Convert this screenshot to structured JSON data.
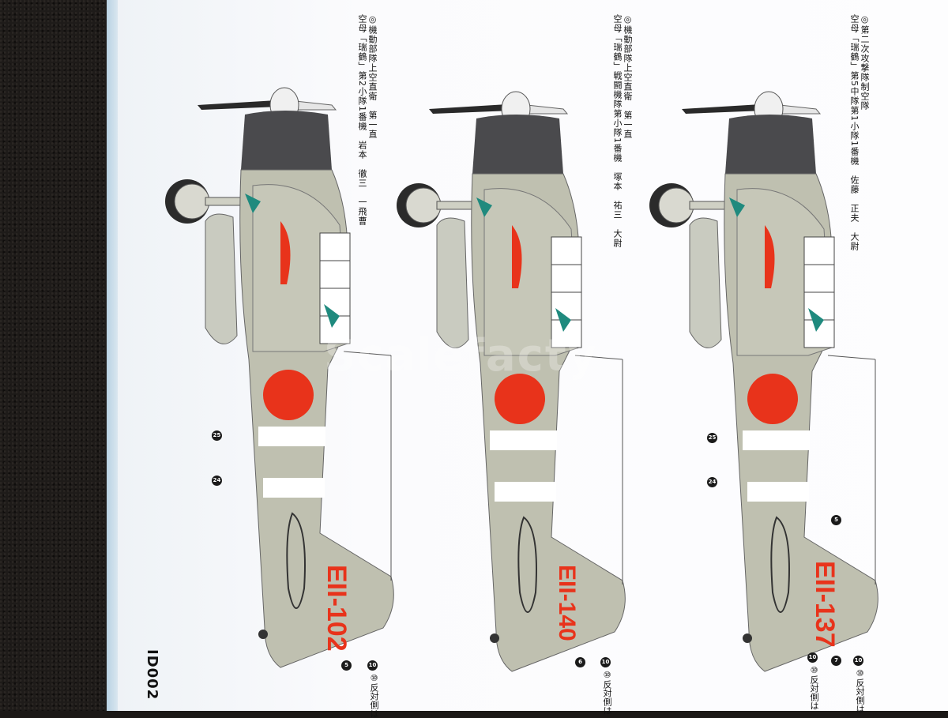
{
  "profiles": [
    {
      "caption_line1": "◎機動部隊上空直衛　第一直",
      "caption_line2": "空母「瑞鶴」第2小隊1番機　岩本　徹三　一飛曹",
      "tail_code": "EII-102",
      "callouts_left": [
        "25",
        "24"
      ],
      "callouts_bottom": [
        "10",
        "5"
      ],
      "reverse_note": "⑩反対側は"
    },
    {
      "caption_line1": "◎機動部隊上空直衛　第一直",
      "caption_line2": "空母「瑞鶴」戦闘機隊第小隊1番機　塚本　祐三　大尉",
      "tail_code": "EII-140",
      "callouts_left": [],
      "callouts_bottom": [
        "10",
        "6"
      ],
      "reverse_note": "⑩反対側は"
    },
    {
      "caption_line1": "◎第二次攻撃隊制空隊",
      "caption_line2": "空母「瑞鶴」第5中隊第1小隊1番機　佐藤　正夫　大尉",
      "tail_code": "EII-137",
      "callouts_left": [
        "25",
        "24"
      ],
      "callouts_bottom": [
        "5",
        "10",
        "7",
        "10"
      ],
      "reverse_note": "⑩反対側は"
    }
  ],
  "sheet_code": "ID002",
  "watermark": "Scalefacty",
  "colors": {
    "airframe": "#bfc0b0",
    "cowling": "#4a4a4d",
    "hinomaru": "#e8331b",
    "tail_code": "#e8331b",
    "interior_green": "#1f8a7e"
  }
}
